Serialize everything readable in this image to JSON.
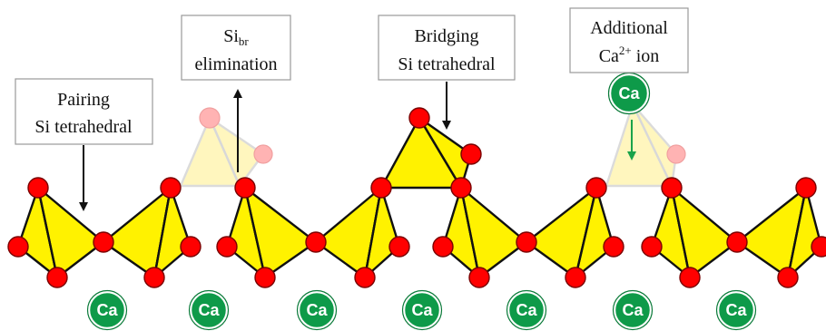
{
  "labels": {
    "pairing": [
      "Pairing",
      "Si tetrahedral"
    ],
    "sibr_main": "Si",
    "sibr_sub": "br",
    "sibr_line2": "elimination",
    "bridging": [
      "Bridging",
      "Si tetrahedral"
    ],
    "additional_line1": "Additional",
    "additional_ca": "Ca",
    "additional_sup": "2+",
    "additional_ion": " ion"
  },
  "ca_label": "Ca",
  "colors": {
    "tetrahedron": "#fff200",
    "oxygen": "#ff0000",
    "calcium": "#0e9a49",
    "additional_arrow": "#1aa34a"
  }
}
